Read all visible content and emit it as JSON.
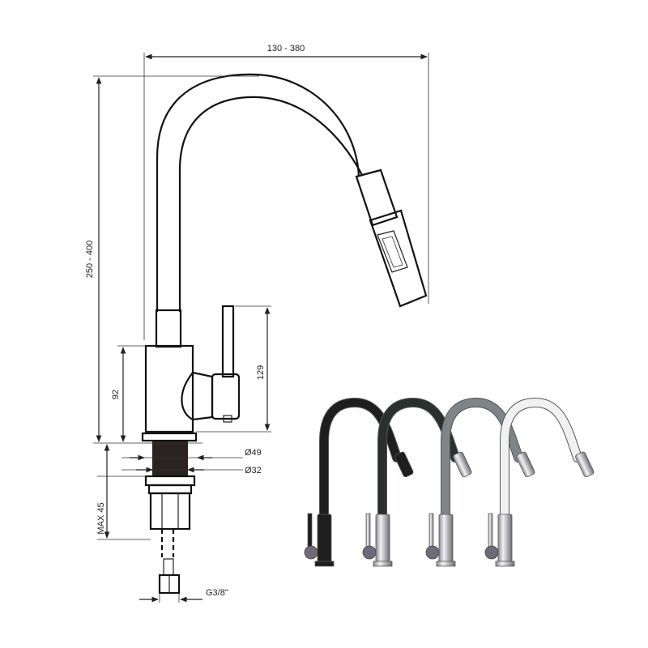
{
  "dimensions": {
    "reach": "130 - 380",
    "height": "250 - 400",
    "body_height": "92",
    "lever_height": "129",
    "base_diameter": "Ø49",
    "shank_diameter": "Ø32",
    "max_mount": "MAX 45",
    "thread": "G3/8\""
  },
  "variants": [
    {
      "hose_color": "#1e1e1e",
      "body_color": "#1e1e1e",
      "finish": "black"
    },
    {
      "hose_color": "#2a302e",
      "body_color": "#c9c9cc",
      "finish": "dark"
    },
    {
      "hose_color": "#7f8587",
      "body_color": "#c9c9cc",
      "finish": "grey"
    },
    {
      "hose_color": "#f1f1f1",
      "body_color": "#c9c9cc",
      "finish": "white"
    }
  ]
}
